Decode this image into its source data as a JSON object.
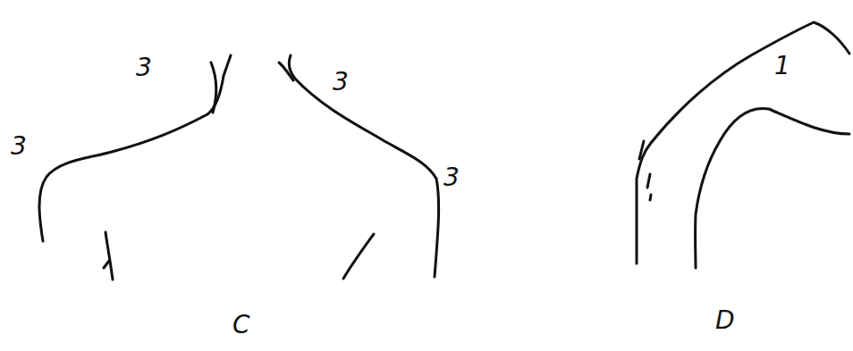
{
  "diagram": {
    "labels": [
      "3",
      "3",
      "3",
      "3",
      "1",
      "C",
      "D"
    ]
  }
}
